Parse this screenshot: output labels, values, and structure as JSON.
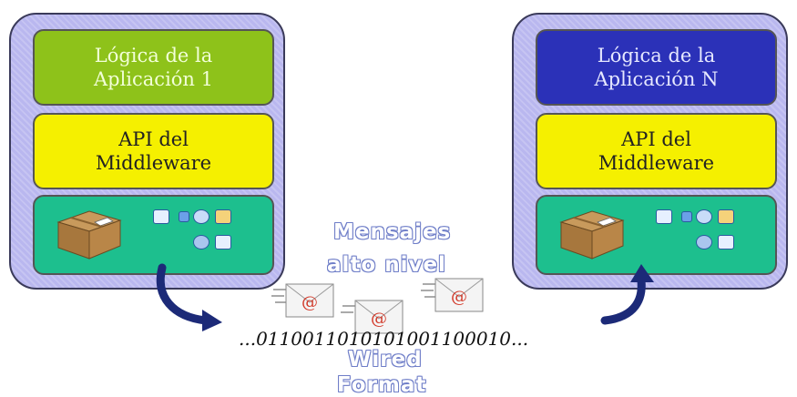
{
  "left_stack": {
    "logic": "Lógica de la Aplicación 1",
    "api": "API del Middleware"
  },
  "right_stack": {
    "logic": "Lógica de la Aplicación N",
    "api": "API del Middleware"
  },
  "messages_label_line1": "Mensajes",
  "messages_label_line2": "alto nivel",
  "binary_stream": "...0110011010101001100010...",
  "wire_label_line1": "Wired",
  "wire_label_line2": "Format",
  "colors": {
    "app1_logic": "#8ec21a",
    "appN_logic": "#2b31b8",
    "api_layer": "#f5f000",
    "transport_layer": "#1dbf8e",
    "stack_bg": "#b9b7ef",
    "arrow": "#1c2a78"
  },
  "icons": [
    "package-icon",
    "envelope-icon",
    "network-icon",
    "arrow-icon"
  ]
}
